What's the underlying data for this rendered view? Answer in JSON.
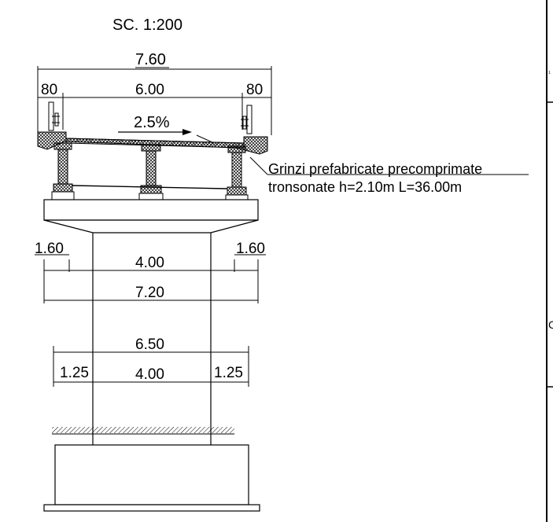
{
  "scale_label": "SC. 1:200",
  "deck": {
    "total_width": "7.60",
    "left_cantilever": "80",
    "carriageway": "6.00",
    "right_cantilever": "80",
    "slope": "2.5%"
  },
  "girder_note": {
    "line1": "Grinzi prefabricate precomprimate",
    "line2": "tronsonate h=2.10m L=36.00m"
  },
  "pier_cap": {
    "left_overhang": "1.60",
    "right_overhang": "1.60",
    "column_width": "4.00",
    "total_width": "7.20"
  },
  "footing": {
    "total_width": "6.50",
    "left_offset": "1.25",
    "column_width": "4.00",
    "right_offset": "1.25"
  },
  "side_mark": "C"
}
